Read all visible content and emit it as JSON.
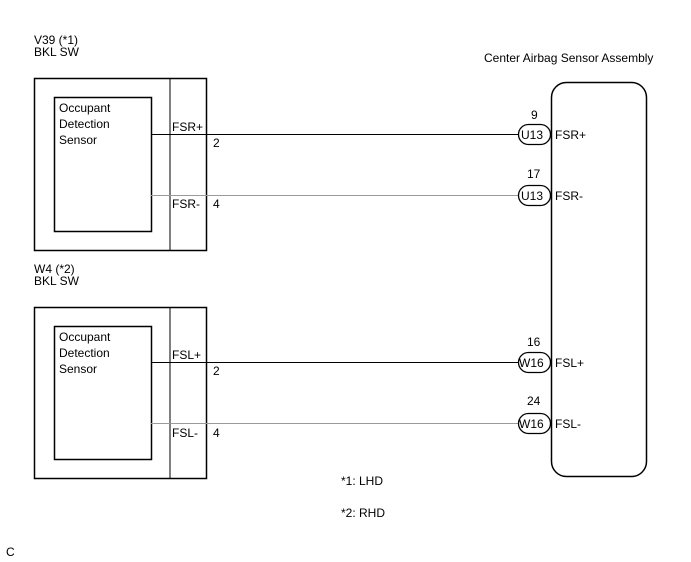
{
  "title": "Center Airbag Sensor Assembly",
  "components": [
    {
      "id": "V39",
      "name_line1": "V39 (*1)",
      "name_line2": "BKL SW",
      "inner_label": [
        "Occupant",
        "Detection",
        "Sensor"
      ],
      "pins": [
        {
          "signal": "FSR+",
          "pin": "2",
          "wire_color": "#000000"
        },
        {
          "signal": "FSR-",
          "pin": "4",
          "wire_color": "#9a9a9a"
        }
      ]
    },
    {
      "id": "W4",
      "name_line1": "W4 (*2)",
      "name_line2": "BKL SW",
      "inner_label": [
        "Occupant",
        "Detection",
        "Sensor"
      ],
      "pins": [
        {
          "signal": "FSL+",
          "pin": "2",
          "wire_color": "#000000"
        },
        {
          "signal": "FSL-",
          "pin": "4",
          "wire_color": "#9a9a9a"
        }
      ]
    }
  ],
  "assembly": {
    "label": "Center Airbag Sensor Assembly",
    "terminals": [
      {
        "pin": "9",
        "connector": "U13",
        "signal": "FSR+"
      },
      {
        "pin": "17",
        "connector": "U13",
        "signal": "FSR-"
      },
      {
        "pin": "16",
        "connector": "W16",
        "signal": "FSL+"
      },
      {
        "pin": "24",
        "connector": "W16",
        "signal": "FSL-"
      }
    ]
  },
  "notes": [
    "*1: LHD",
    "*2: RHD"
  ],
  "corner_code": "C"
}
